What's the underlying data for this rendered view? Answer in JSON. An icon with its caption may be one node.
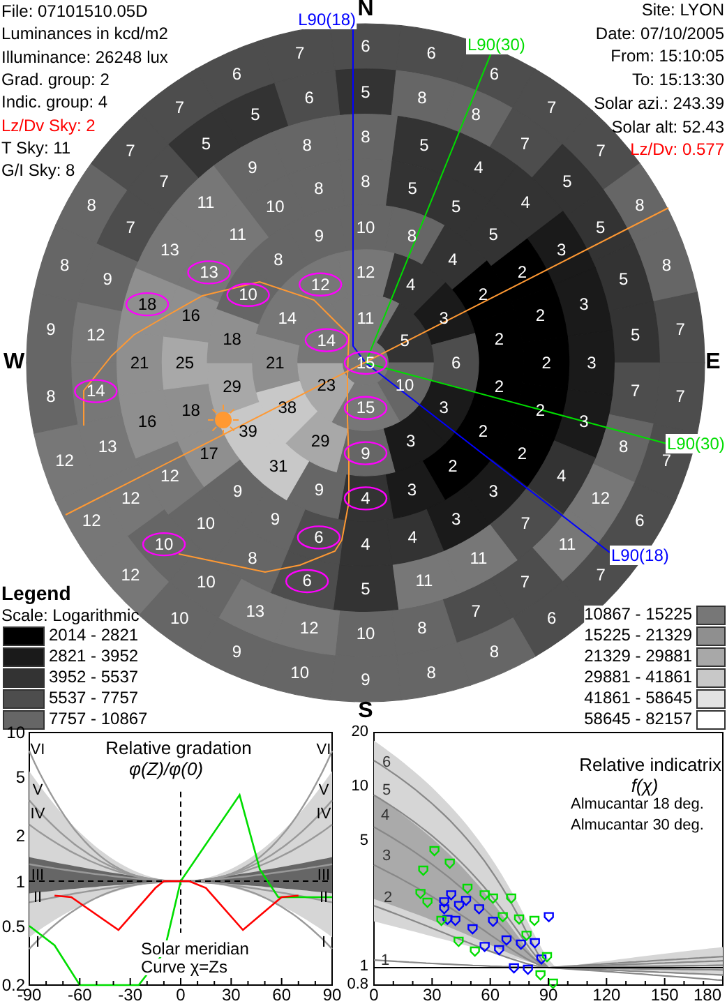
{
  "diagram": {
    "labels": [
      "File: 07101510.05D",
      "Luminances in kcd/m2",
      "Illuminance: 26248 lux",
      "Grad. group: 2",
      "Indic. group: 4",
      "Lz/Dv Sky: 2",
      "T Sky: 11",
      "G/I Sky: 8",
      "Site: LYON",
      "Date: 07/10/2005",
      "From: 15:10:05",
      "To: 15:13:30",
      "Solar azi.: 243.39",
      "Solar alt: 52.43",
      "Lz/Dv: 0.577",
      "N",
      "W",
      "E",
      "S",
      "L90(18)",
      "L90(30)",
      "L90(30)",
      "L90(18)",
      "6",
      "6",
      "6",
      "7",
      "7",
      "8",
      "8",
      "7",
      "7",
      "7",
      "6",
      "7",
      "6",
      "8",
      "8",
      "9",
      "10",
      "9",
      "10",
      "12",
      "12",
      "12",
      "8",
      "9",
      "8",
      "8",
      "7",
      "7",
      "6",
      "7",
      "5",
      "8",
      "8",
      "7",
      "5",
      "5",
      "5",
      "5",
      "7",
      "8",
      "12",
      "11",
      "7",
      "7",
      "8",
      "10",
      "12",
      "13",
      "10",
      "10",
      "12",
      "13",
      "14",
      "12",
      "9",
      "7",
      "7",
      "5",
      "5",
      "6",
      "8",
      "5",
      "4",
      "4",
      "3",
      "3",
      "3",
      "3",
      "4",
      "7",
      "11",
      "11",
      "5",
      "6",
      "8",
      "10",
      "12",
      "16",
      "21",
      "18",
      "13",
      "11",
      "9",
      "8",
      "8",
      "5",
      "5",
      "5",
      "2",
      "2",
      "2",
      "2",
      "2",
      "3",
      "3",
      "4",
      "4",
      "6",
      "9",
      "9",
      "17",
      "18",
      "25",
      "16",
      "13",
      "11",
      "10",
      "8",
      "10",
      "8",
      "4",
      "2",
      "2",
      "2",
      "2",
      "2",
      "3",
      "4",
      "9",
      "31",
      "39",
      "29",
      "18",
      "10",
      "8",
      "9",
      "12",
      "4",
      "3",
      "6",
      "3",
      "3",
      "9",
      "29",
      "38",
      "21",
      "14",
      "12",
      "11",
      "5",
      "10",
      "15",
      "23",
      "14",
      "15",
      "Legend",
      "Scale: Logarithmic",
      "Relative gradation",
      "φ(Z)/φ(0)",
      "10",
      "5",
      "2",
      "1",
      "0.5",
      "0.2",
      "VI",
      "V",
      "IV",
      "III",
      "II",
      "I",
      "VI",
      "V",
      "IV",
      "III",
      "II",
      "I",
      "-90",
      "-60",
      "-30",
      "0",
      "30",
      "60",
      "90",
      "Relative indicatrix",
      "f(χ)",
      "20",
      "10",
      "5",
      "1",
      "0.8",
      "6",
      "5",
      "4",
      "3",
      "2",
      "1",
      "0",
      "30",
      "60",
      "90",
      "120",
      "150",
      "180"
    ],
    "legend": [
      {
        "text": "2014 - 2821",
        "color": "#000000"
      },
      {
        "text": "2821 - 3952",
        "color": "#1a1a1a"
      },
      {
        "text": "3952 - 5537",
        "color": "#333333"
      },
      {
        "text": "5537 - 7757",
        "color": "#4d4d4d"
      },
      {
        "text": "7757 - 10867",
        "color": "#666666"
      },
      {
        "text": "10867 - 15225",
        "color": "#777777"
      },
      {
        "text": "15225 - 21329",
        "color": "#8f8f8f"
      },
      {
        "text": "21329 - 29881",
        "color": "#a8a8a8"
      },
      {
        "text": "29881 - 41861",
        "color": "#c8c8c8"
      },
      {
        "text": "41861 - 58645",
        "color": "#e3e3e3"
      },
      {
        "text": "58645 - 82157",
        "color": "#ffffff"
      },
      {
        "text": "Solar meridian"
      },
      {
        "text": "Curve χ=Zs"
      },
      {
        "text": "Almucantar 18 deg."
      },
      {
        "text": "Almucantar 30 deg."
      }
    ]
  }
}
